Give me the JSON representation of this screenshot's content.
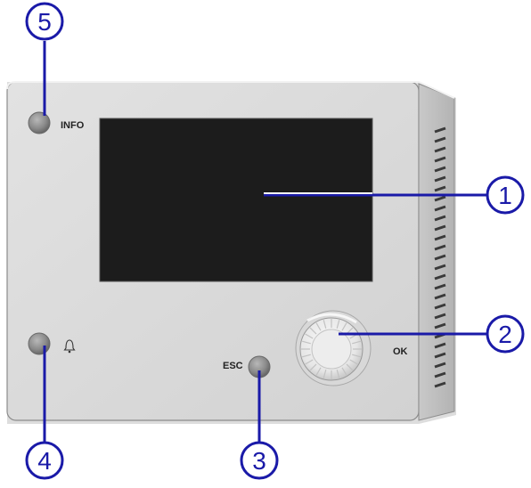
{
  "device": {
    "buttons": {
      "info": {
        "label": "INFO",
        "icon": "info-button"
      },
      "alarm": {
        "label": "",
        "icon": "bell-icon"
      },
      "esc": {
        "label": "ESC",
        "icon": "esc-button"
      },
      "ok": {
        "label": "OK",
        "icon": "rotary-knob"
      }
    },
    "display": {
      "state": "off"
    }
  },
  "callouts": [
    {
      "number": "1",
      "target": "display-screen"
    },
    {
      "number": "2",
      "target": "rotary-knob"
    },
    {
      "number": "3",
      "target": "esc-button"
    },
    {
      "number": "4",
      "target": "alarm-button"
    },
    {
      "number": "5",
      "target": "info-button"
    }
  ],
  "colors": {
    "callout": "#1a1aa8",
    "housing": "#dcdcdc",
    "screen": "#1c1c1c",
    "button": "#8e8e8e"
  }
}
